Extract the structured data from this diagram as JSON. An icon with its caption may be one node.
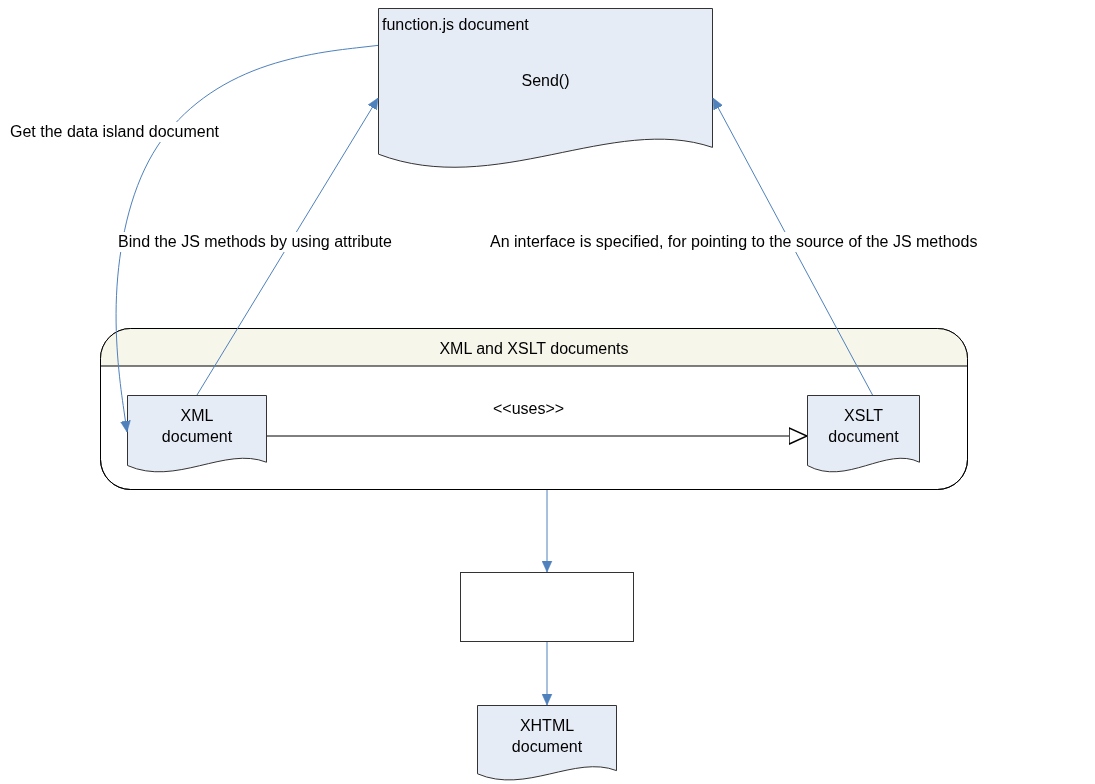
{
  "diagram": {
    "nodes": [
      {
        "text": [
          "function.js document",
          "Send()"
        ]
      },
      {
        "text": [
          "XML and XSLT documents"
        ]
      },
      {
        "text": [
          "XML document"
        ],
        "in": 1
      },
      {
        "text": [
          "XSLT document"
        ],
        "in": 1
      },
      {
        "text": [],
        "shape": "box"
      },
      {
        "text": [
          "XHTML document"
        ]
      }
    ],
    "edges": [
      {
        "from": 0,
        "to": 2,
        "arrow": "to",
        "label": "Get the data island document"
      },
      {
        "from": 2,
        "to": 0,
        "arrow": "to",
        "label": "Bind the JS methods by using attribute"
      },
      {
        "from": 3,
        "to": 0,
        "arrow": "to",
        "label": "An interface is specified, for pointing to the source of the JS methods"
      },
      {
        "from": 2,
        "to": 3,
        "arrow": "to",
        "label": "<<uses>>",
        "color": "#000000"
      },
      {
        "from": 1,
        "to": 4,
        "arrow": "to"
      },
      {
        "from": 4,
        "to": 5,
        "arrow": "to"
      }
    ]
  }
}
